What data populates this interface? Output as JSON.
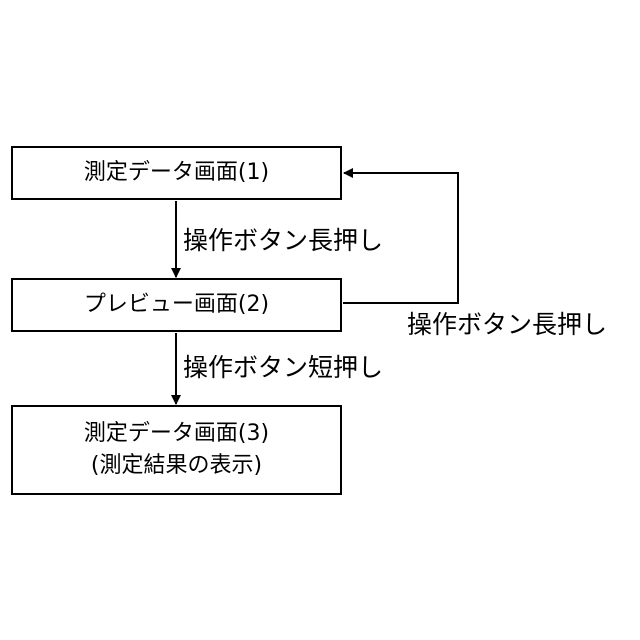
{
  "nodes": {
    "measure_screen_1": {
      "label": "測定データ画面(1)"
    },
    "preview_screen_2": {
      "label": "プレビュー画面(2)"
    },
    "measure_screen_3": {
      "label": "測定データ画面(3)",
      "sublabel": "(測定結果の表示)"
    }
  },
  "edges": {
    "long_press_down": {
      "label": "操作ボタン長押し"
    },
    "long_press_back": {
      "label": "操作ボタン長押し"
    },
    "short_press_down": {
      "label": "操作ボタン短押し"
    }
  },
  "colors": {
    "stroke": "#000000",
    "background": "#ffffff"
  }
}
